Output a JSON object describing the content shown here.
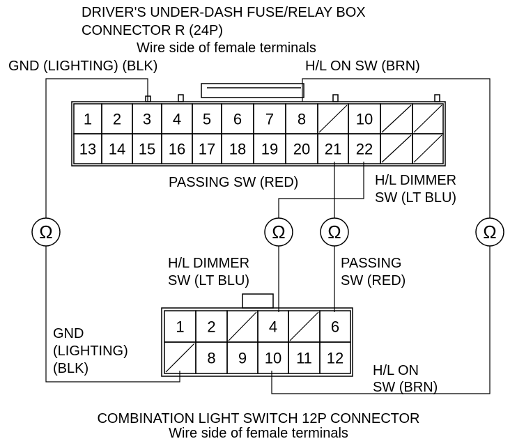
{
  "top_connector": {
    "title_line1": "DRIVER'S UNDER-DASH FUSE/RELAY BOX",
    "title_line2": "CONNECTOR R (24P)",
    "subtitle": "Wire side of female terminals",
    "row1": [
      "1",
      "2",
      "3",
      "4",
      "5",
      "6",
      "7",
      "8",
      "",
      "10",
      "",
      ""
    ],
    "row2": [
      "13",
      "14",
      "15",
      "16",
      "17",
      "18",
      "19",
      "20",
      "21",
      "22",
      "",
      ""
    ]
  },
  "bottom_connector": {
    "title": "COMBINATION LIGHT SWITCH 12P CONNECTOR",
    "subtitle": "Wire side of female terminals",
    "row1": [
      "1",
      "2",
      "",
      "4",
      "",
      "6"
    ],
    "row2": [
      "",
      "8",
      "9",
      "10",
      "11",
      "12"
    ]
  },
  "labels": {
    "gnd_top": "GND (LIGHTING) (BLK)",
    "hl_on_top": "H/L ON SW (BRN)",
    "passing_top": "PASSING SW (RED)",
    "hl_dimmer_top_1": "H/L DIMMER",
    "hl_dimmer_top_2": "SW (LT BLU)",
    "hl_dimmer_bottom_1": "H/L DIMMER",
    "hl_dimmer_bottom_2": "SW (LT BLU)",
    "passing_bottom_1": "PASSING",
    "passing_bottom_2": "SW (RED)",
    "gnd_bottom_1": "GND",
    "gnd_bottom_2": "(LIGHTING)",
    "gnd_bottom_3": "(BLK)",
    "hl_on_bottom_1": "H/L ON",
    "hl_on_bottom_2": "SW (BRN)"
  },
  "meters": {
    "symbol": "Ω",
    "names": [
      "ohmmeter-gnd",
      "ohmmeter-hl-dimmer",
      "ohmmeter-passing",
      "ohmmeter-hl-on"
    ]
  }
}
